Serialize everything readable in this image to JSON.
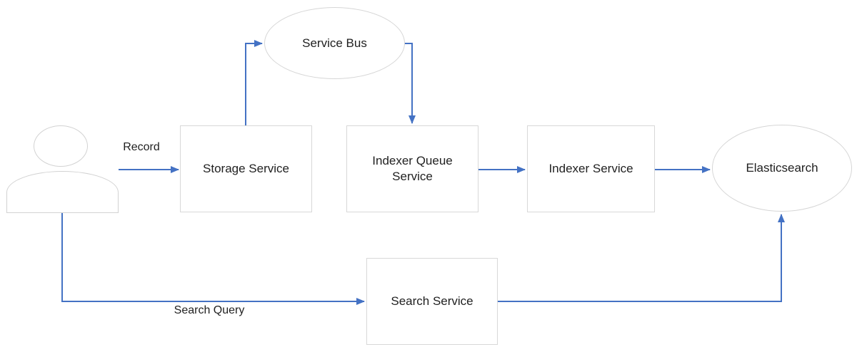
{
  "diagram": {
    "nodes": {
      "user": {
        "kind": "person-icon"
      },
      "storage_service": {
        "label": "Storage Service",
        "shape": "rect"
      },
      "service_bus": {
        "label": "Service Bus",
        "shape": "ellipse"
      },
      "indexer_queue_service": {
        "label": "Indexer Queue Service",
        "shape": "rect"
      },
      "indexer_service": {
        "label": "Indexer Service",
        "shape": "rect"
      },
      "elasticsearch": {
        "label": "Elasticsearch",
        "shape": "ellipse"
      },
      "search_service": {
        "label": "Search Service",
        "shape": "rect"
      }
    },
    "edges": [
      {
        "from": "user",
        "to": "storage_service",
        "label": "Record"
      },
      {
        "from": "storage_service",
        "to": "service_bus",
        "label": ""
      },
      {
        "from": "service_bus",
        "to": "indexer_queue_service",
        "label": ""
      },
      {
        "from": "indexer_queue_service",
        "to": "indexer_service",
        "label": ""
      },
      {
        "from": "indexer_service",
        "to": "elasticsearch",
        "label": ""
      },
      {
        "from": "user",
        "to": "search_service",
        "label": "Search Query"
      },
      {
        "from": "search_service",
        "to": "elasticsearch",
        "label": ""
      }
    ],
    "colors": {
      "connector": "#4472C4",
      "shape_border": "#D8D8D8",
      "shape_fill": "#FFFFFF",
      "text": "#212121"
    }
  }
}
